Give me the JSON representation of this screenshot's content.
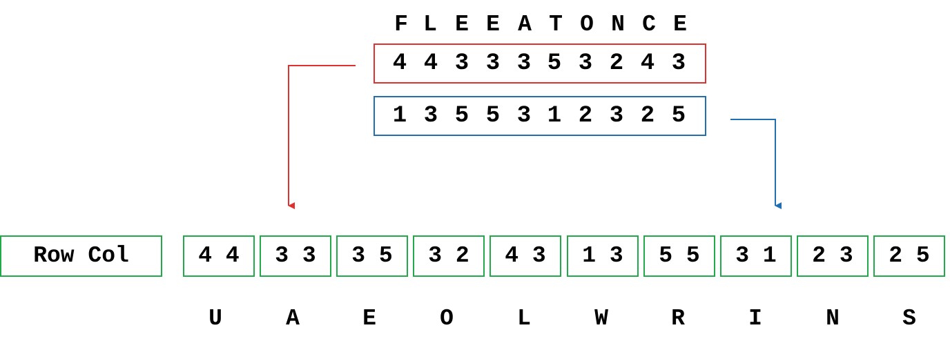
{
  "keyword": [
    "F",
    "L",
    "E",
    "E",
    "A",
    "T",
    "O",
    "N",
    "C",
    "E"
  ],
  "row_sequence": [
    "4",
    "4",
    "3",
    "3",
    "3",
    "5",
    "3",
    "2",
    "4",
    "3"
  ],
  "col_sequence": [
    "1",
    "3",
    "5",
    "5",
    "3",
    "1",
    "2",
    "3",
    "2",
    "5"
  ],
  "grid_header": "Row Col",
  "pairs": [
    "4 4",
    "3 3",
    "3 5",
    "3 2",
    "4 3",
    "1 3",
    "5 5",
    "3 1",
    "2 3",
    "2 5"
  ],
  "plaintext": [
    "U",
    "A",
    "E",
    "O",
    "L",
    "W",
    "R",
    "I",
    "N",
    "S"
  ],
  "colors": {
    "row_arrow": "#e03030",
    "col_arrow": "#1f6fb2",
    "grid_border": "#22a94a"
  }
}
